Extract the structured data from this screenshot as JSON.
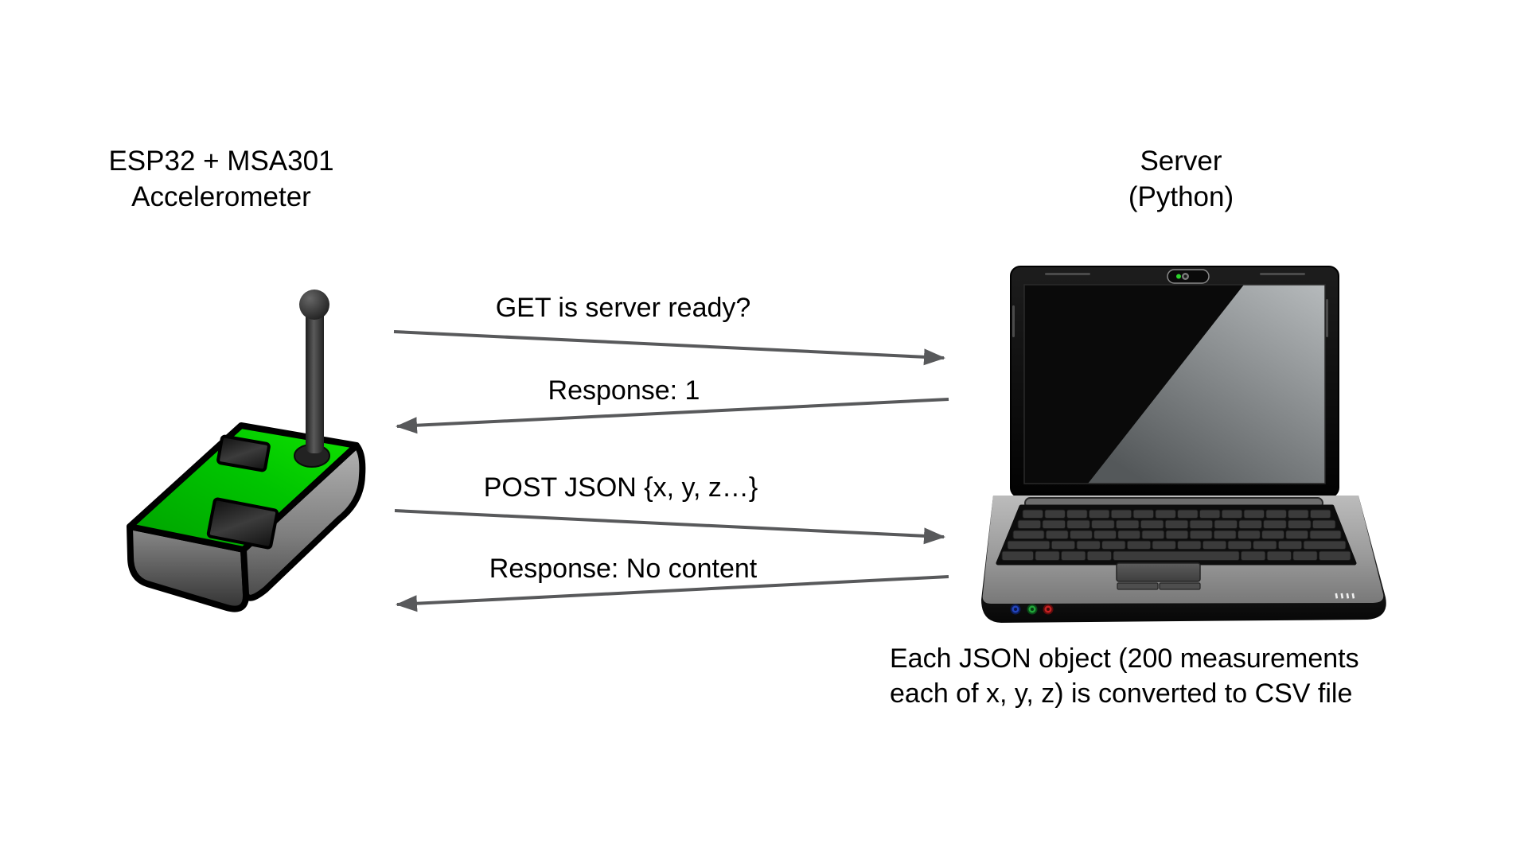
{
  "diagram": {
    "palette": {
      "background": "#ffffff",
      "text": "#000000",
      "arrow": "#58595b",
      "device_board_green": "#00c800",
      "laptop_body_gray": "#9a9a9a"
    },
    "device": {
      "title_line1": "ESP32 + MSA301",
      "title_line2": "Accelerometer",
      "illustration": "green-board-with-antenna-icon"
    },
    "server": {
      "title_line1": "Server",
      "title_line2": "(Python)",
      "illustration": "laptop-icon"
    },
    "messages": [
      {
        "label": "GET is server ready?",
        "from": "device",
        "to": "server",
        "direction": "right"
      },
      {
        "label": "Response: 1",
        "from": "server",
        "to": "device",
        "direction": "left"
      },
      {
        "label": "POST JSON {x, y, z…}",
        "from": "device",
        "to": "server",
        "direction": "right"
      },
      {
        "label": "Response: No content",
        "from": "server",
        "to": "device",
        "direction": "left"
      }
    ],
    "caption": {
      "line1": "Each JSON object (200 measurements",
      "line2": "each of x, y, z) is converted to CSV file"
    }
  }
}
